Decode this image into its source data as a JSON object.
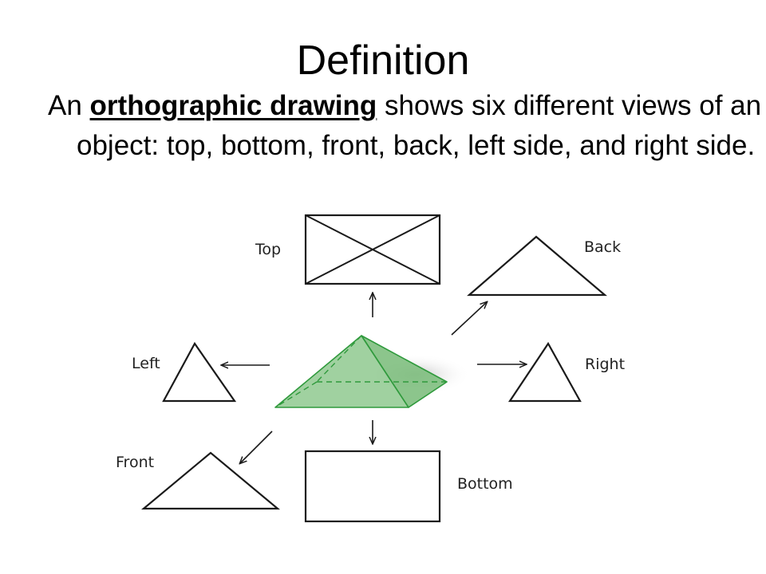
{
  "slide": {
    "title": "Definition",
    "body": {
      "prefix": "An",
      "term": "orthographic drawing",
      "suffix": "shows six different views of an object: top, bottom, front, back, left side, and right side."
    }
  },
  "diagram": {
    "labels": {
      "top": "Top",
      "back": "Back",
      "left": "Left",
      "right": "Right",
      "front": "Front",
      "bottom": "Bottom"
    },
    "colors": {
      "outline": "#1a1a1a",
      "pyramid_fill": "#8fc98f",
      "pyramid_stroke": "#2f9a3c"
    }
  }
}
